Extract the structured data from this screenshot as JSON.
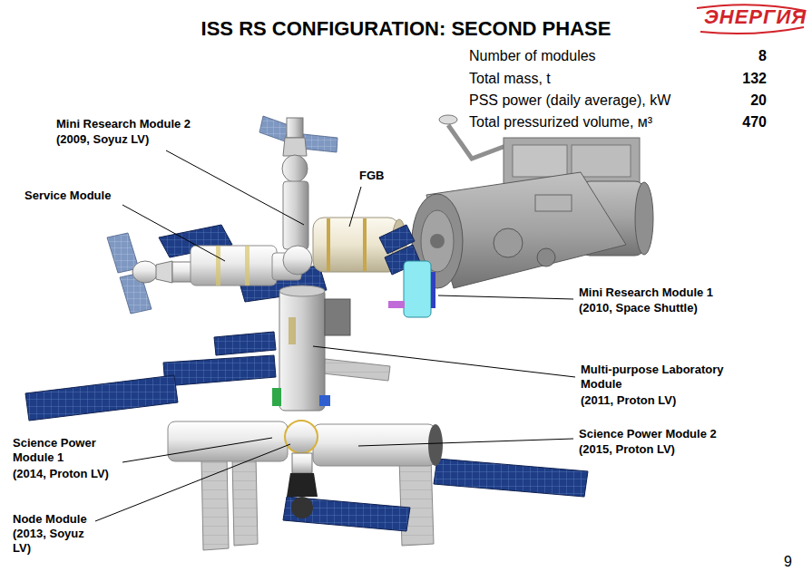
{
  "diagram": {
    "title": "ISS RS CONFIGURATION: SECOND PHASE",
    "labels": [
      "ЭНЕРГИЯ",
      "Number of modules",
      "8",
      "Total mass, t",
      "132",
      "PSS power (daily average), kW",
      "20",
      "Total pressurized volume, м³",
      "470",
      "Mini Research Module 2",
      "(2009, Soyuz LV)",
      "FGB",
      "Service Module",
      "Mini Research Module 1",
      "(2010, Space Shuttle)",
      "Multi-purpose Laboratory Module",
      "(2011, Proton LV)",
      "Science Power Module 2",
      "(2015, Proton LV)",
      "Science Power Module 1",
      "(2014, Proton LV)",
      "Node Module",
      "(2013, Soyuz LV)",
      "9"
    ]
  }
}
